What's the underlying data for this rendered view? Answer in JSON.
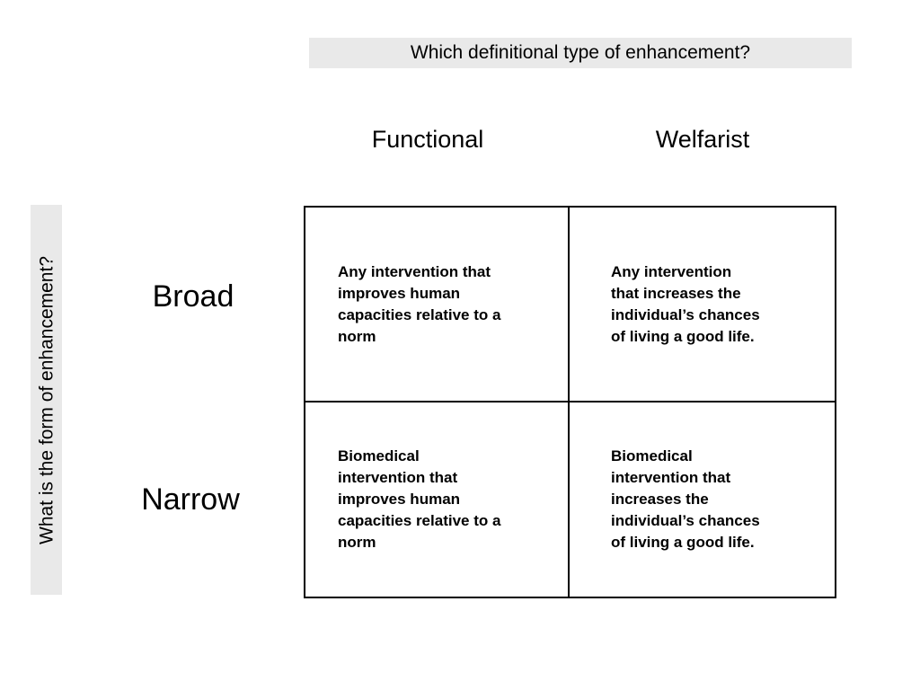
{
  "top_question": "Which definitional type of enhancement?",
  "side_question": "What is the form of enhancement?",
  "columns": [
    {
      "label": "Functional"
    },
    {
      "label": "Welfarist"
    }
  ],
  "rows": [
    {
      "label": "Broad"
    },
    {
      "label": "Narrow"
    }
  ],
  "cells": {
    "broad_functional": "Any intervention that\nimproves human\ncapacities relative to a\nnorm",
    "broad_welfarist": "Any intervention\nthat increases the\nindividual’s chances\nof living a good life.",
    "narrow_functional": "Biomedical\nintervention that\nimproves human\ncapacities relative to a\nnorm",
    "narrow_welfarist": "Biomedical\nintervention that\nincreases the\nindividual’s chances\nof living a good life."
  },
  "colors": {
    "band_gray": "#e9e9e9",
    "grid_line": "#000000",
    "text": "#000000",
    "background": "#ffffff"
  }
}
